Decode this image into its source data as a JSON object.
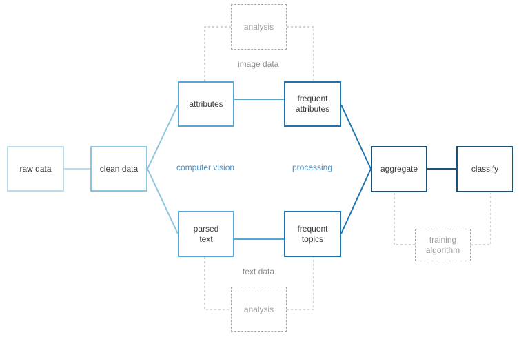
{
  "nodes": {
    "raw_data": "raw data",
    "clean_data": "clean data",
    "attributes": "attributes",
    "parsed_text": "parsed\ntext",
    "frequent_attributes": "frequent\nattributes",
    "frequent_topics": "frequent\ntopics",
    "aggregate": "aggregate",
    "classify": "classify",
    "analysis_top": "analysis",
    "analysis_bottom": "analysis",
    "training_algorithm": "training\nalgorithm"
  },
  "labels": {
    "image_data": "image data",
    "text_data": "text data",
    "computer_vision": "computer vision",
    "processing": "processing"
  },
  "colors": {
    "stage1": "#b9dcea",
    "stage2": "#8cc5e0",
    "stage3": "#5aa6d3",
    "stage4": "#1f74ad",
    "stage5": "#1b5276",
    "dashed": "#a8a8a8",
    "label_blue": "#4a8fc2"
  }
}
